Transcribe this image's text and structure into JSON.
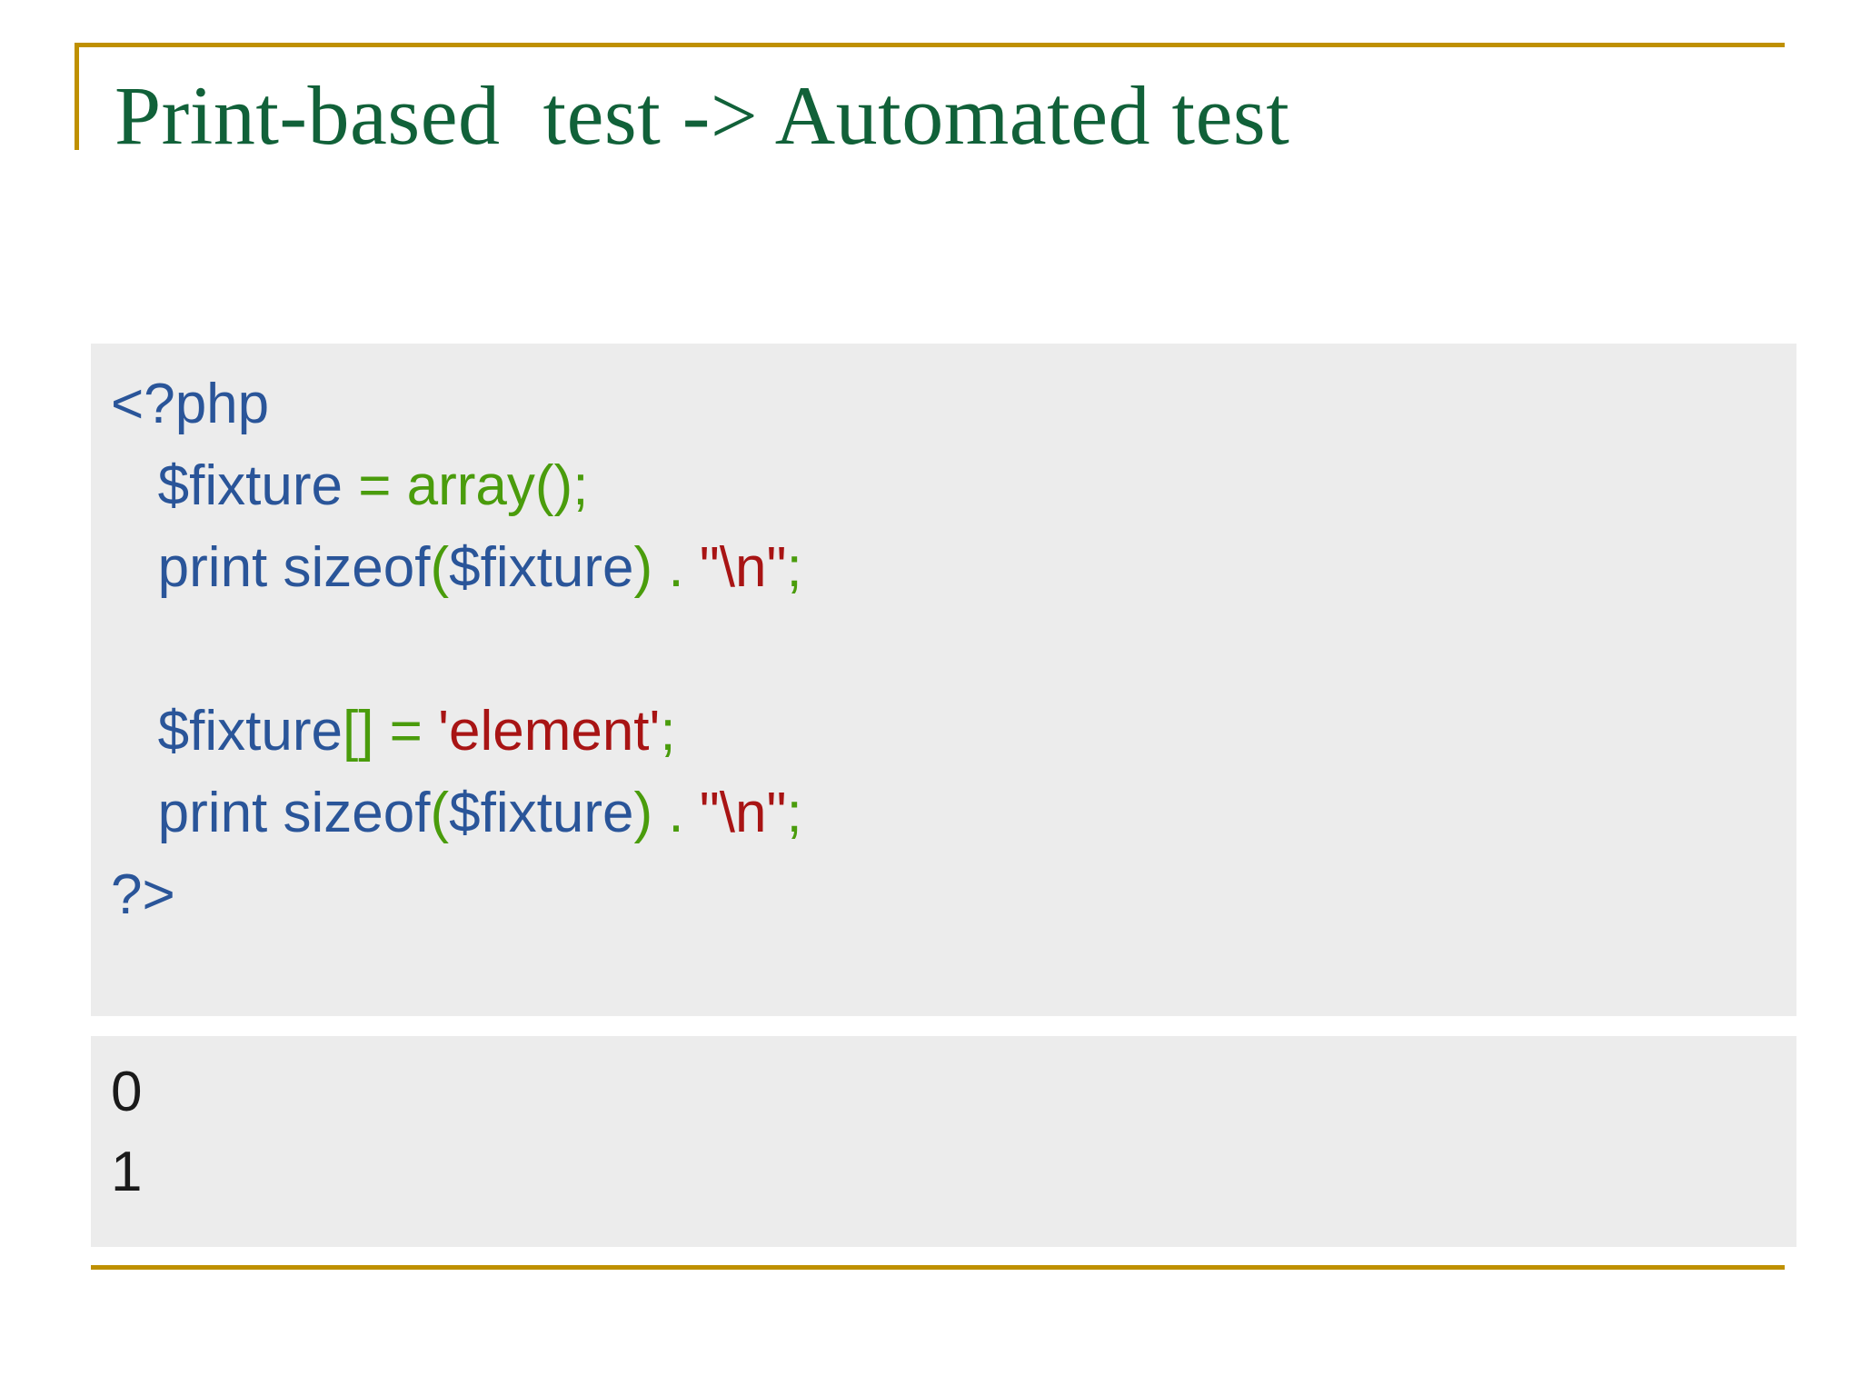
{
  "slide": {
    "title": "Print-based  test -> Automated test",
    "accent_color": "#bf9000",
    "title_color": "#116139",
    "panel_background": "#ececec",
    "syntax_colors": {
      "identifier_blue": "#2a5599",
      "operator_green": "#4a9c0c",
      "string_red": "#a81414",
      "output_black": "#1a1a1a"
    }
  },
  "code_block": {
    "language": "php",
    "lines": [
      {
        "id": "line-1",
        "tokens": [
          {
            "text": "<?php",
            "color": "blue"
          }
        ]
      },
      {
        "id": "line-2",
        "tokens": [
          {
            "text": "   $fixture ",
            "color": "blue"
          },
          {
            "text": "= array();",
            "color": "green"
          }
        ]
      },
      {
        "id": "line-3",
        "tokens": [
          {
            "text": "   print sizeof",
            "color": "blue"
          },
          {
            "text": "(",
            "color": "green"
          },
          {
            "text": "$fixture",
            "color": "blue"
          },
          {
            "text": ") . ",
            "color": "green"
          },
          {
            "text": "\"\\n\"",
            "color": "red"
          },
          {
            "text": ";",
            "color": "green"
          }
        ]
      },
      {
        "id": "line-4",
        "tokens": [
          {
            "text": " ",
            "color": "blue"
          }
        ]
      },
      {
        "id": "line-5",
        "tokens": [
          {
            "text": "   $fixture",
            "color": "blue"
          },
          {
            "text": "[]",
            "color": "green"
          },
          {
            "text": " = ",
            "color": "green"
          },
          {
            "text": "'element'",
            "color": "red"
          },
          {
            "text": ";",
            "color": "green"
          }
        ]
      },
      {
        "id": "line-6",
        "tokens": [
          {
            "text": "   print sizeof",
            "color": "blue"
          },
          {
            "text": "(",
            "color": "green"
          },
          {
            "text": "$fixture",
            "color": "blue"
          },
          {
            "text": ") . ",
            "color": "green"
          },
          {
            "text": "\"\\n\"",
            "color": "red"
          },
          {
            "text": ";",
            "color": "green"
          }
        ]
      },
      {
        "id": "line-7",
        "tokens": [
          {
            "text": "?>",
            "color": "blue"
          }
        ]
      }
    ]
  },
  "output_block": {
    "lines": [
      "0",
      "1"
    ]
  }
}
